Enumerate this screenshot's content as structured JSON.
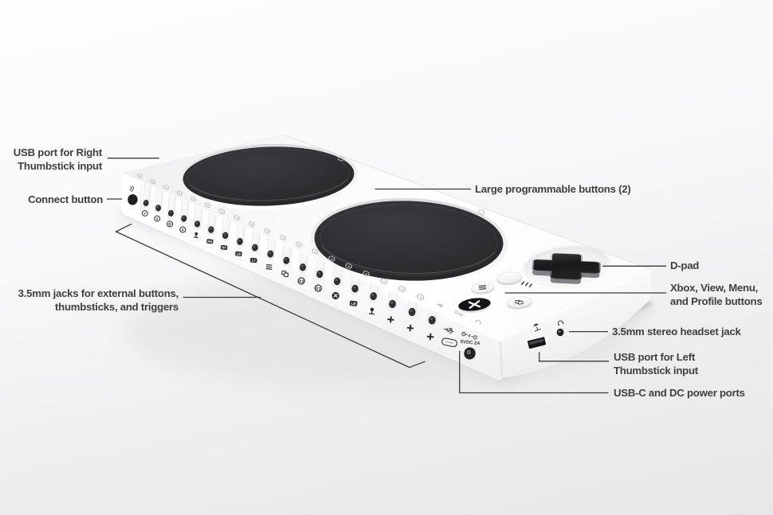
{
  "diagram": {
    "labels": {
      "usb_right_thumbstick": {
        "text": "USB port for Right\nThumbstick input"
      },
      "connect_button": {
        "text": "Connect button"
      },
      "jacks_35mm": {
        "text": "3.5mm jacks for external buttons,\nthumbsticks, and triggers"
      },
      "large_programmable_buttons": {
        "text": "Large programmable buttons (2)"
      },
      "dpad": {
        "text": "D-pad"
      },
      "xbox_view_menu_profile": {
        "text": "Xbox, View, Menu,\nand Profile buttons"
      },
      "headset_jack": {
        "text": "3.5mm stereo headset jack"
      },
      "usb_left_thumbstick": {
        "text": "USB port for Left\nThumbstick input"
      },
      "usbc_dc_power": {
        "text": "USB-C and DC power ports"
      }
    },
    "device": {
      "power_rating_text": "5VDC 2A",
      "jack_count": 19,
      "jack_icons": [
        "button-y",
        "button-x",
        "button-b",
        "button-a",
        "stick-press",
        "rb",
        "rt",
        "lb",
        "lt",
        "menu",
        "view",
        "x2",
        "x1",
        "xbox",
        "lb-shift",
        "stick-up",
        "plus",
        "plus",
        "plus"
      ],
      "top_edge_icons_extra": [
        "usb",
        "power",
        "headset"
      ],
      "icons": {
        "wireless_pair": "wireless-pair-icon",
        "usb": "usb-icon",
        "dc_power": "dc-power-icon",
        "headset": "headset-icon",
        "left_thumbstick_port": "thumbstick-icon",
        "menu_button": "menu-icon",
        "view_button": "view-icon",
        "xbox_button": "xbox-logo-icon"
      }
    },
    "colors": {
      "background_top": "#fefefe",
      "background_bottom": "#e7e7e9",
      "label_text": "#3d3d3d",
      "callout_line": "#3a3a3a",
      "device_body": "#ffffff",
      "large_button_dark": "#2e2e31",
      "dpad_dark": "#1c1c1f"
    }
  }
}
